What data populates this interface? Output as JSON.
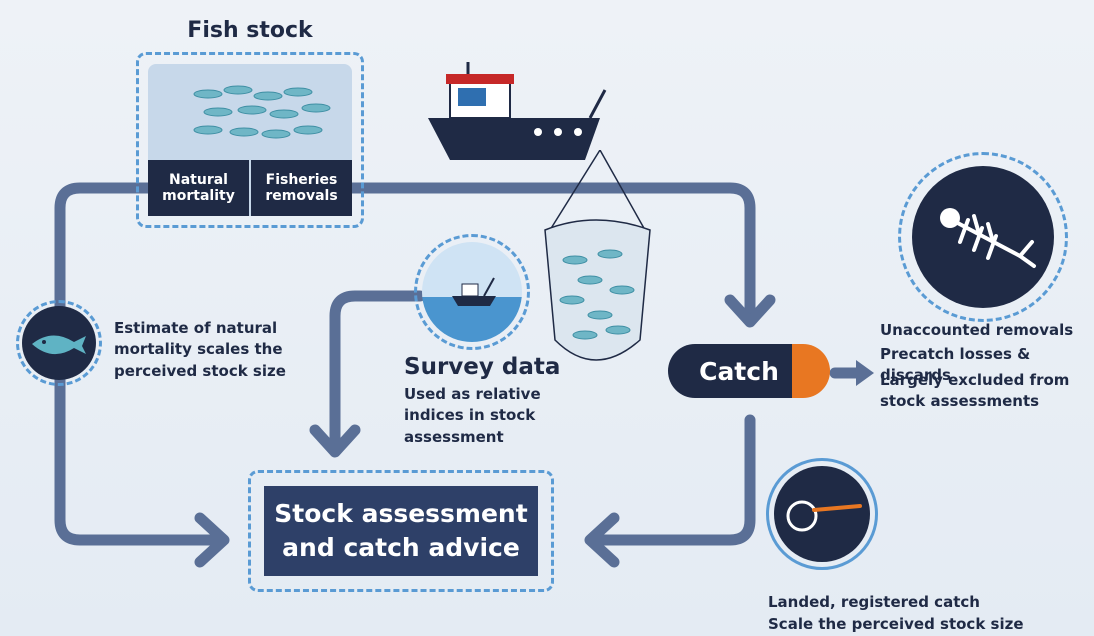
{
  "fish_stock": {
    "title": "Fish stock",
    "natural_mortality": "Natural mortality",
    "fisheries_removals": "Fisheries removals"
  },
  "natural_mortality_note": "Estimate of natural mortality scales the perceived stock size",
  "survey": {
    "title": "Survey data",
    "text": "Used as relative indices in stock assessment"
  },
  "catch": {
    "label": "Catch"
  },
  "unaccounted": {
    "title": "Unaccounted removals",
    "line1": "Precatch losses & discards",
    "line2": "Largely excluded from stock assessments"
  },
  "landed": {
    "title": "Landed, registered catch",
    "text": "Scale the perceived stock size"
  },
  "assessment": {
    "label": "Stock assessment and catch advice"
  },
  "colors": {
    "navy": "#1f2a45",
    "arrow": "#5a6f96",
    "accent_orange": "#e87722",
    "dash_blue": "#5a9bd4"
  }
}
